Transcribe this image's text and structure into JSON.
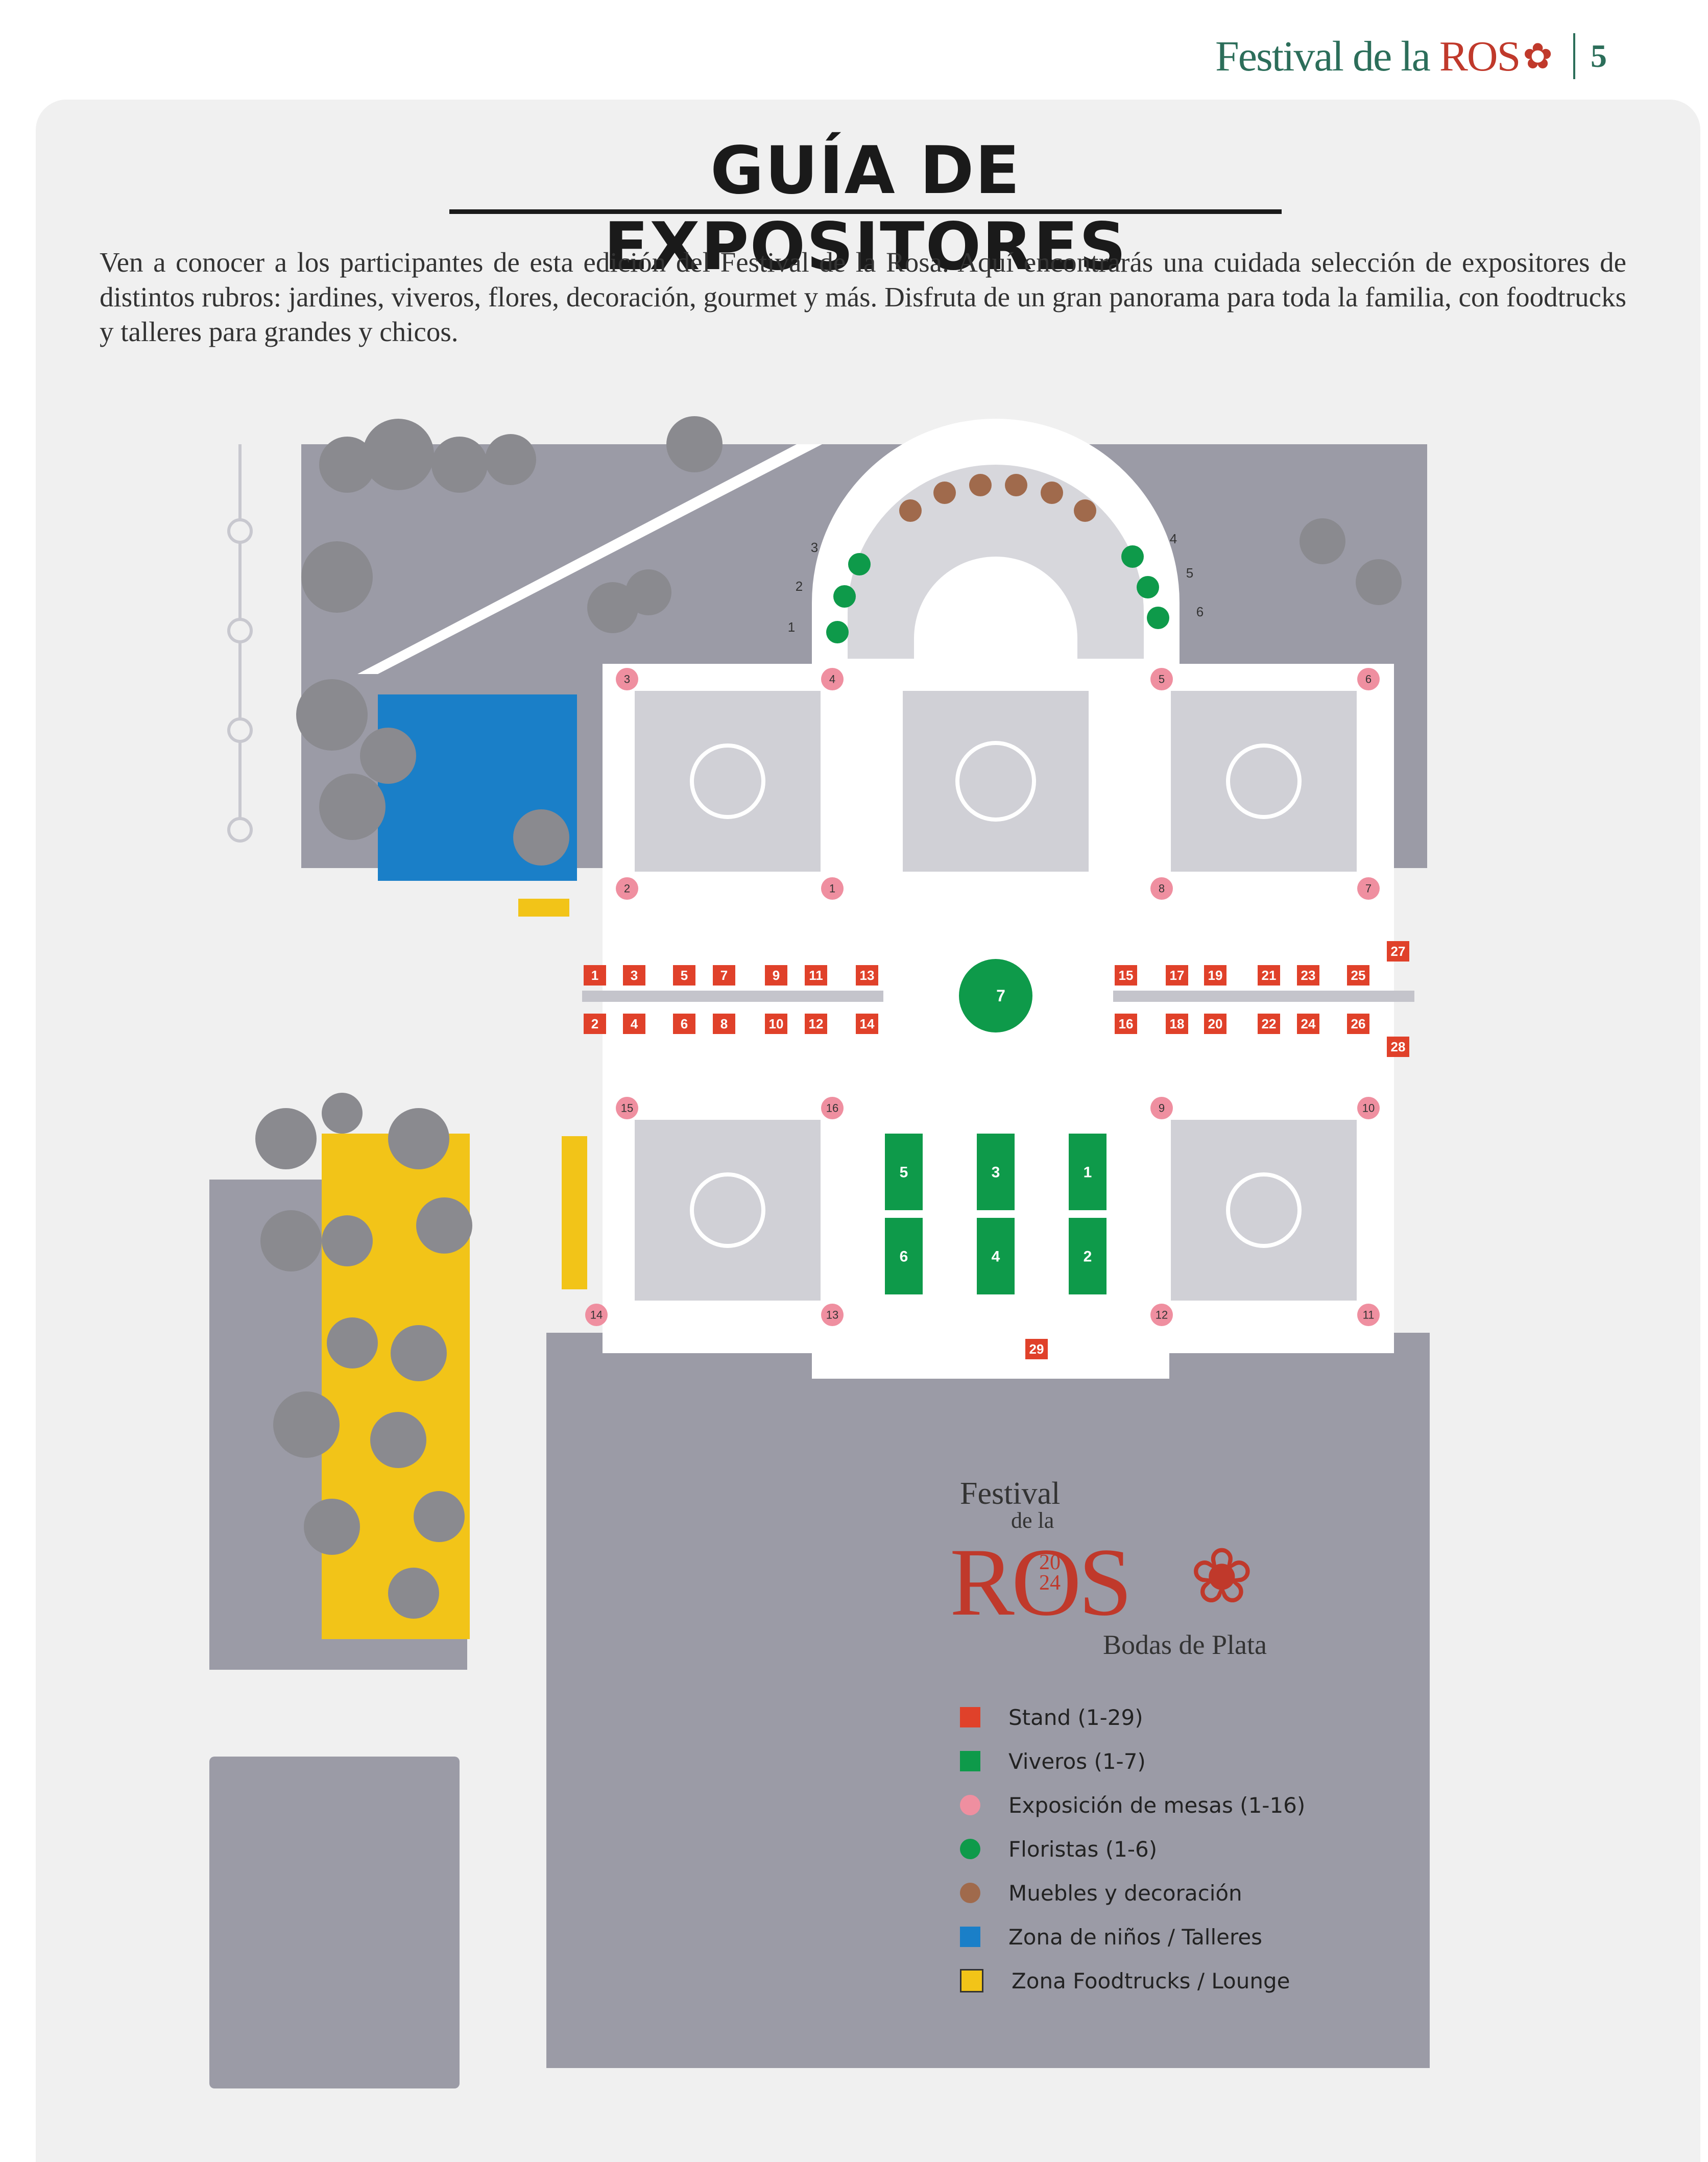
{
  "header": {
    "brand_prefix": "Festival de la ",
    "brand_ros": "ROS",
    "page_number": "5"
  },
  "title": "GUÍA DE EXPOSITORES",
  "intro": "Ven a conocer a los participantes de esta edición del Festival de la Rosa. Aquí encontrarás una cuidada selección de expositores de distintos rubros: jardines, viveros, flores, decoración, gourmet y más. Disfruta de un gran panorama para toda la familia, con foodtrucks y talleres para grandes y chicos.",
  "logo": {
    "festival": "Festival",
    "de_la": "de la",
    "ros": "ROS",
    "year_top": "20",
    "year_bottom": "24",
    "bodas": "Bodas de Plata"
  },
  "colors": {
    "stand": "#e0412a",
    "vivero": "#0e9a4a",
    "mesa": "#ef8fa0",
    "florista": "#0e9a4a",
    "mueble": "#a06a4c",
    "ninos": "#1a7fc8",
    "foodtrucks": "#f2c418",
    "ground": "#9b9ba6",
    "path": "#ffffff"
  },
  "legend": [
    {
      "label": "Stand (1-29)",
      "shape": "square",
      "color": "#e0412a"
    },
    {
      "label": "Viveros (1-7)",
      "shape": "square",
      "color": "#0e9a4a"
    },
    {
      "label": "Exposición de mesas (1-16)",
      "shape": "circle",
      "color": "#ef8fa0"
    },
    {
      "label": "Floristas (1-6)",
      "shape": "circle",
      "color": "#0e9a4a"
    },
    {
      "label": "Muebles y decoración",
      "shape": "circle",
      "color": "#a06a4c"
    },
    {
      "label": "Zona de niños / Talleres",
      "shape": "square",
      "color": "#1a7fc8"
    },
    {
      "label": "Zona Foodtrucks / Lounge",
      "shape": "square",
      "color": "#f2c418"
    }
  ],
  "map": {
    "stands": [
      "1",
      "2",
      "3",
      "4",
      "5",
      "6",
      "7",
      "8",
      "9",
      "10",
      "11",
      "12",
      "13",
      "14",
      "15",
      "16",
      "17",
      "18",
      "19",
      "20",
      "21",
      "22",
      "23",
      "24",
      "25",
      "26",
      "27",
      "28",
      "29"
    ],
    "viveros": [
      "1",
      "2",
      "3",
      "4",
      "5",
      "6",
      "7"
    ],
    "mesas": [
      "1",
      "2",
      "3",
      "4",
      "5",
      "6",
      "7",
      "8",
      "9",
      "10",
      "11",
      "12",
      "13",
      "14",
      "15",
      "16"
    ],
    "floristas": [
      "1",
      "2",
      "3",
      "4",
      "5",
      "6"
    ]
  }
}
